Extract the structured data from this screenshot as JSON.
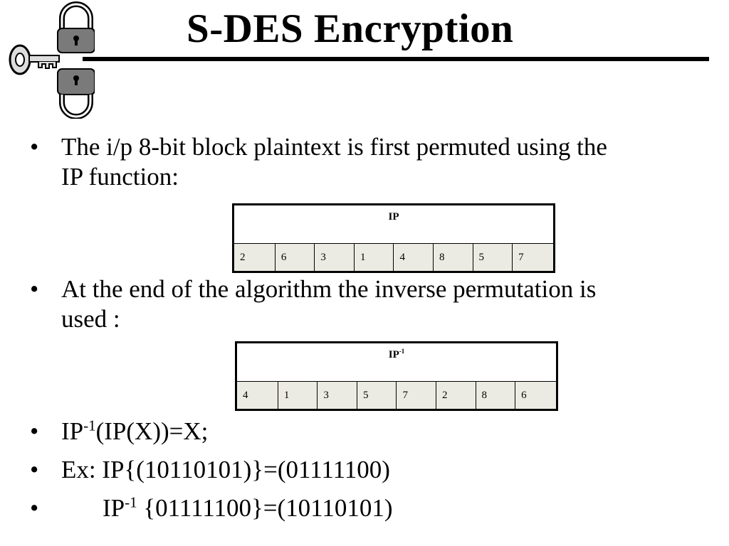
{
  "slide": {
    "title": "S-DES Encryption",
    "bullets": [
      {
        "line1": "The i/p 8-bit block plaintext is first permuted using the",
        "line2": "IP function:"
      },
      {
        "line1": "At the end of the algorithm the inverse permutation is",
        "line2": "used :"
      }
    ],
    "eq1": {
      "pre": "IP",
      "sup": "-1",
      "post": "(IP(X))=X;"
    },
    "eq2": "Ex: IP{(10110101)}=(01111100)",
    "eq3": {
      "pre": "IP",
      "sup": "-1",
      "post": " {01111100}=(10110101)"
    }
  },
  "table_ip": {
    "header": "IP",
    "values": [
      "2",
      "6",
      "3",
      "1",
      "4",
      "8",
      "5",
      "7"
    ]
  },
  "table_ipinv": {
    "header_pre": "IP",
    "header_sup": "-1",
    "values": [
      "4",
      "1",
      "3",
      "5",
      "7",
      "2",
      "8",
      "6"
    ]
  },
  "icons": [
    "padlock-icon",
    "key-icon"
  ],
  "colors": {
    "table_cell_bg": "#ecebe3",
    "lock_gray": "#7a7a7a"
  }
}
